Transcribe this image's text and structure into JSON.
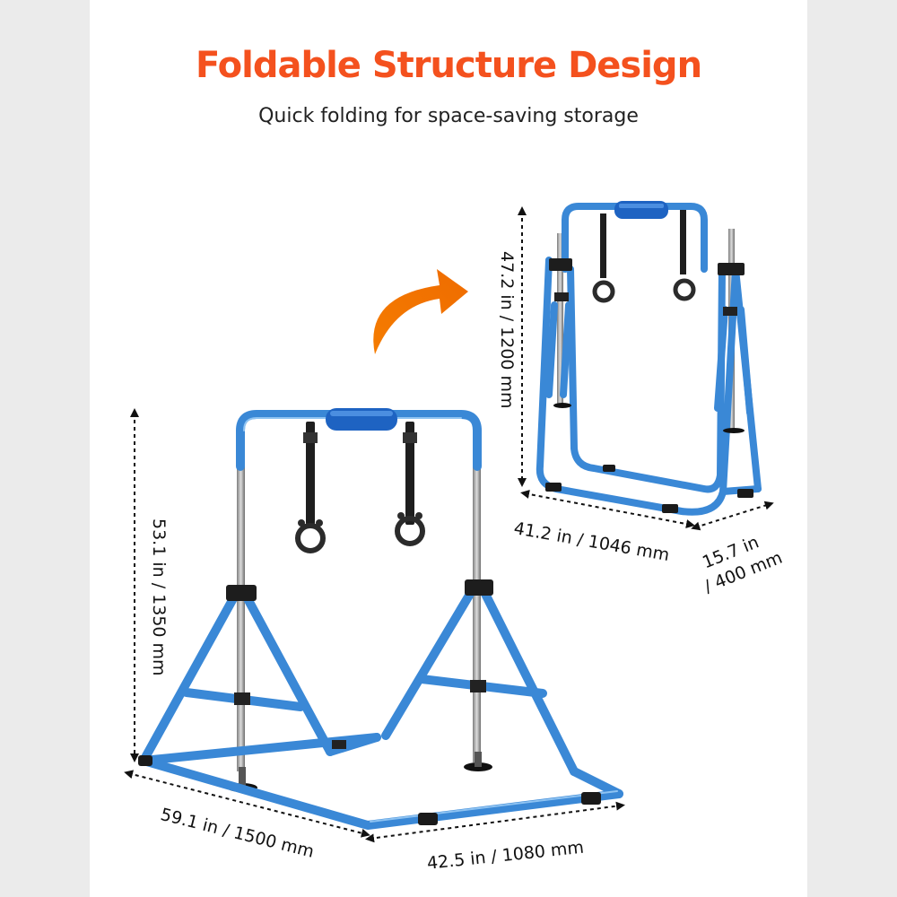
{
  "header": {
    "title": "Foldable Structure Design",
    "subtitle": "Quick folding for space-saving storage"
  },
  "dimensions": {
    "unfolded_height": "53.1 in / 1350 mm",
    "unfolded_length": "59.1 in / 1500 mm",
    "unfolded_width": "42.5 in / 1080 mm",
    "folded_height": "47.2 in / 1200 mm",
    "folded_width": "41.2 in / 1046 mm",
    "folded_depth_line1": "15.7 in",
    "folded_depth_line2": "/ 400 mm"
  },
  "colors": {
    "accent": "#f4511e",
    "frame_blue": "#3a88d6",
    "background": "#ebebeb",
    "panel": "#ffffff"
  }
}
